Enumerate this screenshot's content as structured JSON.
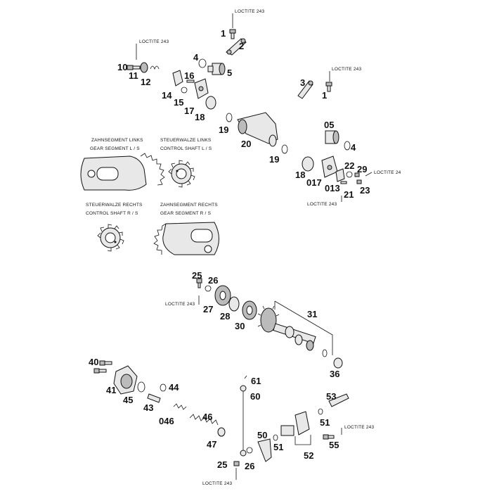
{
  "callouts": {
    "loctite_top": "LOCTITE 243",
    "loctite_left": "LOCTITE 243",
    "loctite_right": "LOCTITE 243",
    "loctite_mid": "LOCTITE 24",
    "loctite_mid2": "LOCTITE 243",
    "loctite_shaft": "LOCTITE 243",
    "loctite_bot_r": "LOCTITE 243",
    "loctite_bot": "LOCTITE 243"
  },
  "legends": {
    "gear_l_de": "ZAHNSEGMENT LINKS",
    "gear_l_en": "GEAR SEGMENT L / S",
    "ctrl_l_de": "STEUERWALZE LINKS",
    "ctrl_l_en": "CONTROL SHAFT L / S",
    "ctrl_r_de": "STEUERWALZE RECHTS",
    "ctrl_r_en": "CONTROL SHAFT R / S",
    "gear_r_de": "ZAHNSEGMENT RECHTS",
    "gear_r_en": "GEAR SEGMENT R / S"
  },
  "labels": {
    "n1a": "1",
    "n2": "2",
    "n10": "10",
    "n11": "11",
    "n12": "12",
    "n4a": "4",
    "n5": "5",
    "n16": "16",
    "n14": "14",
    "n15": "15",
    "n17": "17",
    "n18a": "18",
    "n3": "3",
    "n1b": "1",
    "n19a": "19",
    "n20": "20",
    "n19b": "19",
    "n05": "05",
    "n4b": "4",
    "n18b": "18",
    "n017": "017",
    "n013": "013",
    "n22": "22",
    "n29": "29",
    "n21": "21",
    "n23": "23",
    "n25a": "25",
    "n26a": "26",
    "n27": "27",
    "n28": "28",
    "n30": "30",
    "n31": "31",
    "n36": "36",
    "n40": "40",
    "n41": "41",
    "n45": "45",
    "n44": "44",
    "n43": "43",
    "n046": "046",
    "n46": "46",
    "n47": "47",
    "n61": "61",
    "n60": "60",
    "n50": "50",
    "n51a": "51",
    "n25b": "25",
    "n26b": "26",
    "n53": "53",
    "n51b": "51",
    "n55": "55",
    "n52": "52"
  }
}
